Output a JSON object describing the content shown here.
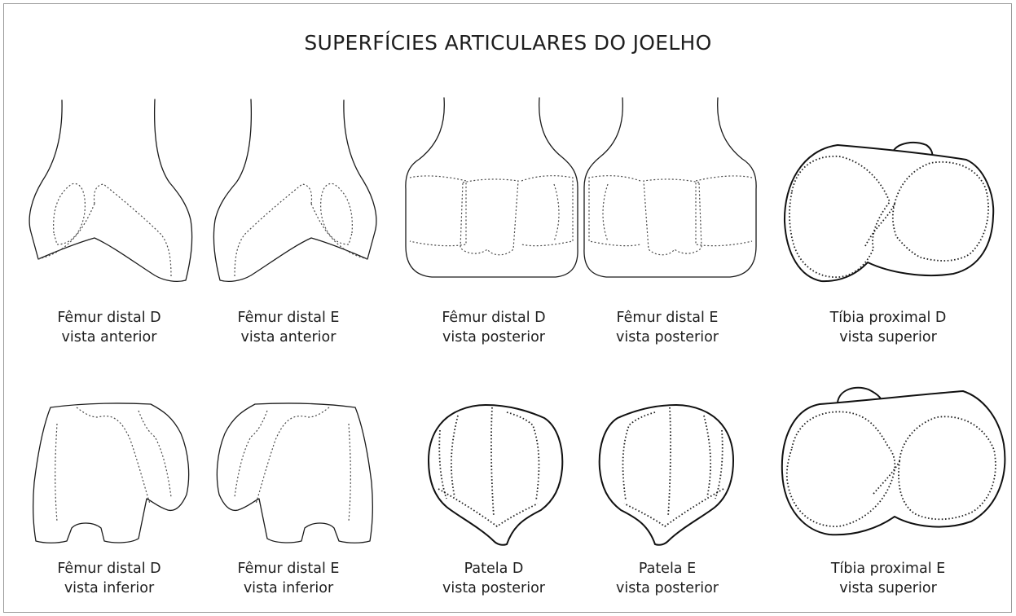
{
  "title": "SUPERFÍCIES ARTICULARES DO JOELHO",
  "panels": [
    {
      "line1": "Fêmur distal D",
      "line2": "vista anterior"
    },
    {
      "line1": "Fêmur distal E",
      "line2": "vista anterior"
    },
    {
      "line1": "Fêmur distal D",
      "line2": "vista posterior"
    },
    {
      "line1": "Fêmur distal E",
      "line2": "vista posterior"
    },
    {
      "line1": "Tíbia proximal D",
      "line2": "vista superior"
    },
    {
      "line1": "Fêmur distal D",
      "line2": "vista inferior"
    },
    {
      "line1": "Fêmur distal E",
      "line2": "vista inferior"
    },
    {
      "line1": "Patela D",
      "line2": "vista posterior"
    },
    {
      "line1": "Patela E",
      "line2": "vista posterior"
    },
    {
      "line1": "Tíbia proximal E",
      "line2": "vista superior"
    }
  ]
}
